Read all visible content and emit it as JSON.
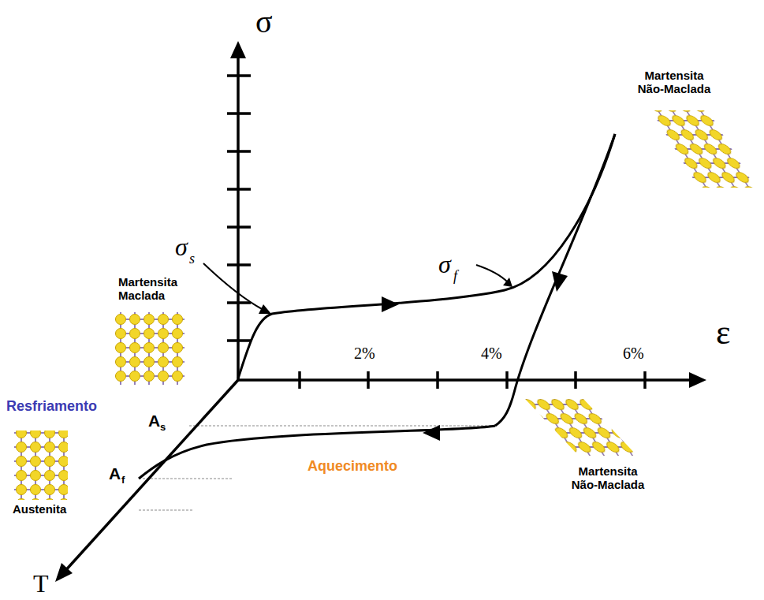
{
  "diagram": {
    "labels": [
      "σ",
      "ε",
      "T",
      "σ",
      "s",
      "σ",
      "f",
      "Martensita Maclada",
      "Martensita Não-Maclada",
      "Martensita Não-Maclada",
      "Austenita",
      "Resfriamento",
      "Aquecimento",
      "A",
      "s",
      "A",
      "f",
      "2%",
      "4%",
      "6%"
    ]
  }
}
